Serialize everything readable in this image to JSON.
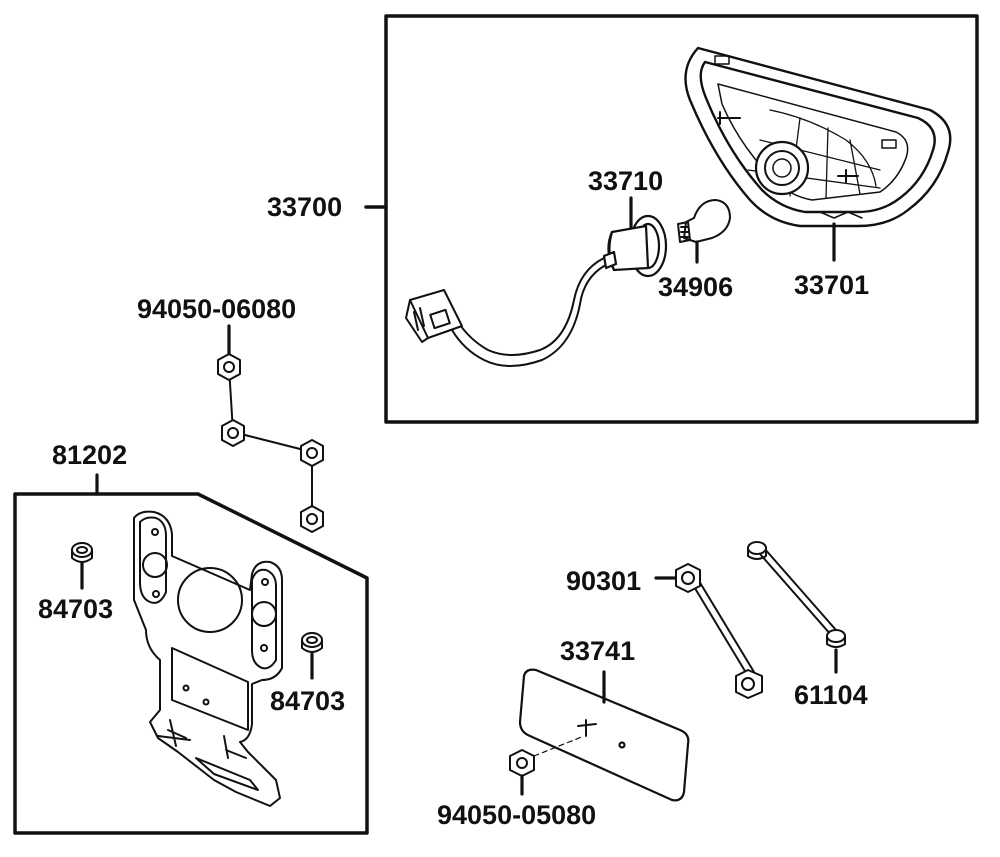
{
  "labels": {
    "tail_lamp_assembly": "33700",
    "socket": "33710",
    "bulb": "34906",
    "lamp_housing": "33701",
    "nut_top": "94050-06080",
    "bracket": "81202",
    "grommet_left": "84703",
    "grommet_right": "84703",
    "collar_nut": "90301",
    "reflector": "33741",
    "bolt": "61104",
    "nut_bottom": "94050-05080"
  }
}
